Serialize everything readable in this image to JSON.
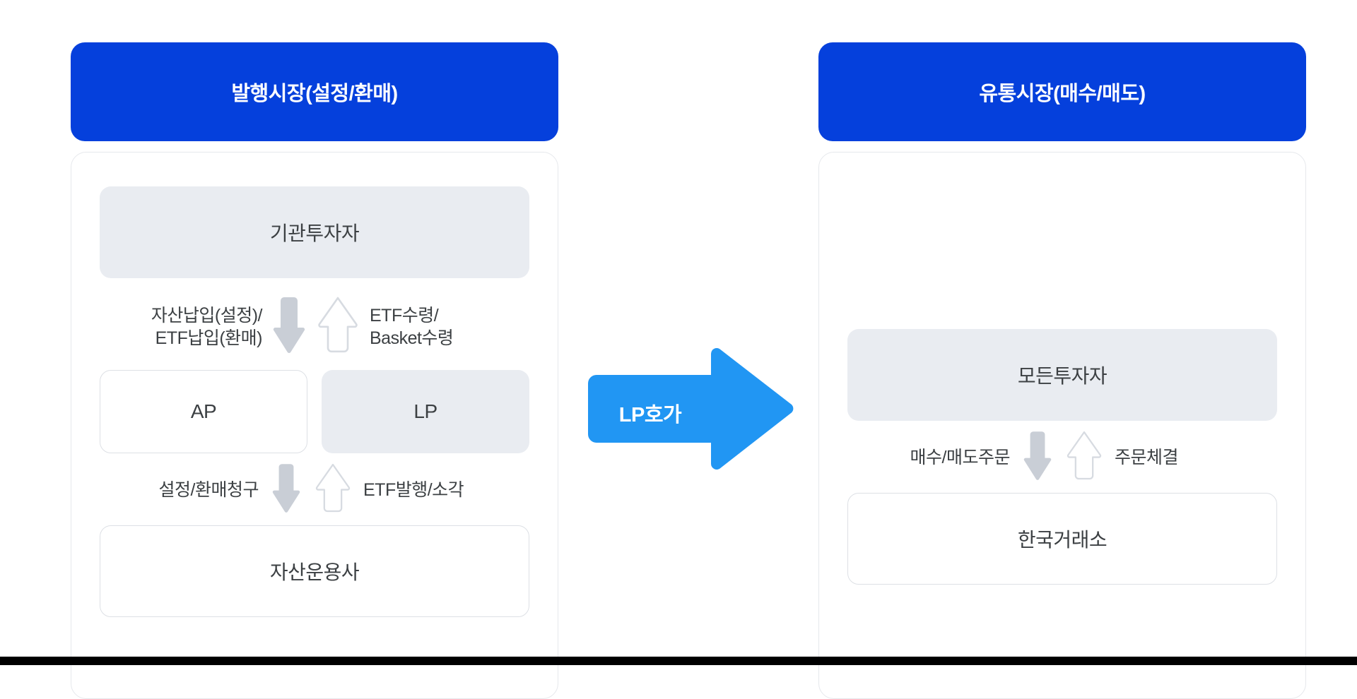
{
  "diagram": {
    "title_left": "발행시장(설정/환매)",
    "title_right": "유통시장(매수/매도)",
    "center_arrow_label": "LP호가",
    "colors": {
      "header_blue": "#0540DC",
      "center_arrow_blue": "#2196F3",
      "box_fill_gray": "#E9ECF1",
      "box_border_gray": "#DDE0E5",
      "panel_border": "#E6E8EC",
      "text_dark": "#3C4043",
      "arrow_solid_gray": "#C9CED6",
      "arrow_outline_gray": "#D5D9E0"
    }
  },
  "left_panel": {
    "header": "발행시장(설정/환매)",
    "top_box": "기관투자자",
    "arrows_upper": {
      "left_label": "자산납입(설정)/\nETF납입(환매)",
      "right_label": "ETF수령/\nBasket수령",
      "down_icon": "arrow-down-solid-icon",
      "up_icon": "arrow-up-outline-icon"
    },
    "middle_boxes": [
      {
        "label": "AP",
        "style": "outline"
      },
      {
        "label": "LP",
        "style": "filled"
      }
    ],
    "arrows_lower": {
      "left_label": "설정/환매청구",
      "right_label": "ETF발행/소각",
      "down_icon": "arrow-down-solid-icon",
      "up_icon": "arrow-up-outline-icon"
    },
    "bottom_box": "자산운용사"
  },
  "right_panel": {
    "header": "유통시장(매수/매도)",
    "top_box": "모든투자자",
    "arrows": {
      "left_label": "매수/매도주문",
      "right_label": "주문체결",
      "down_icon": "arrow-down-solid-icon",
      "up_icon": "arrow-up-outline-icon"
    },
    "bottom_box": "한국거래소"
  }
}
